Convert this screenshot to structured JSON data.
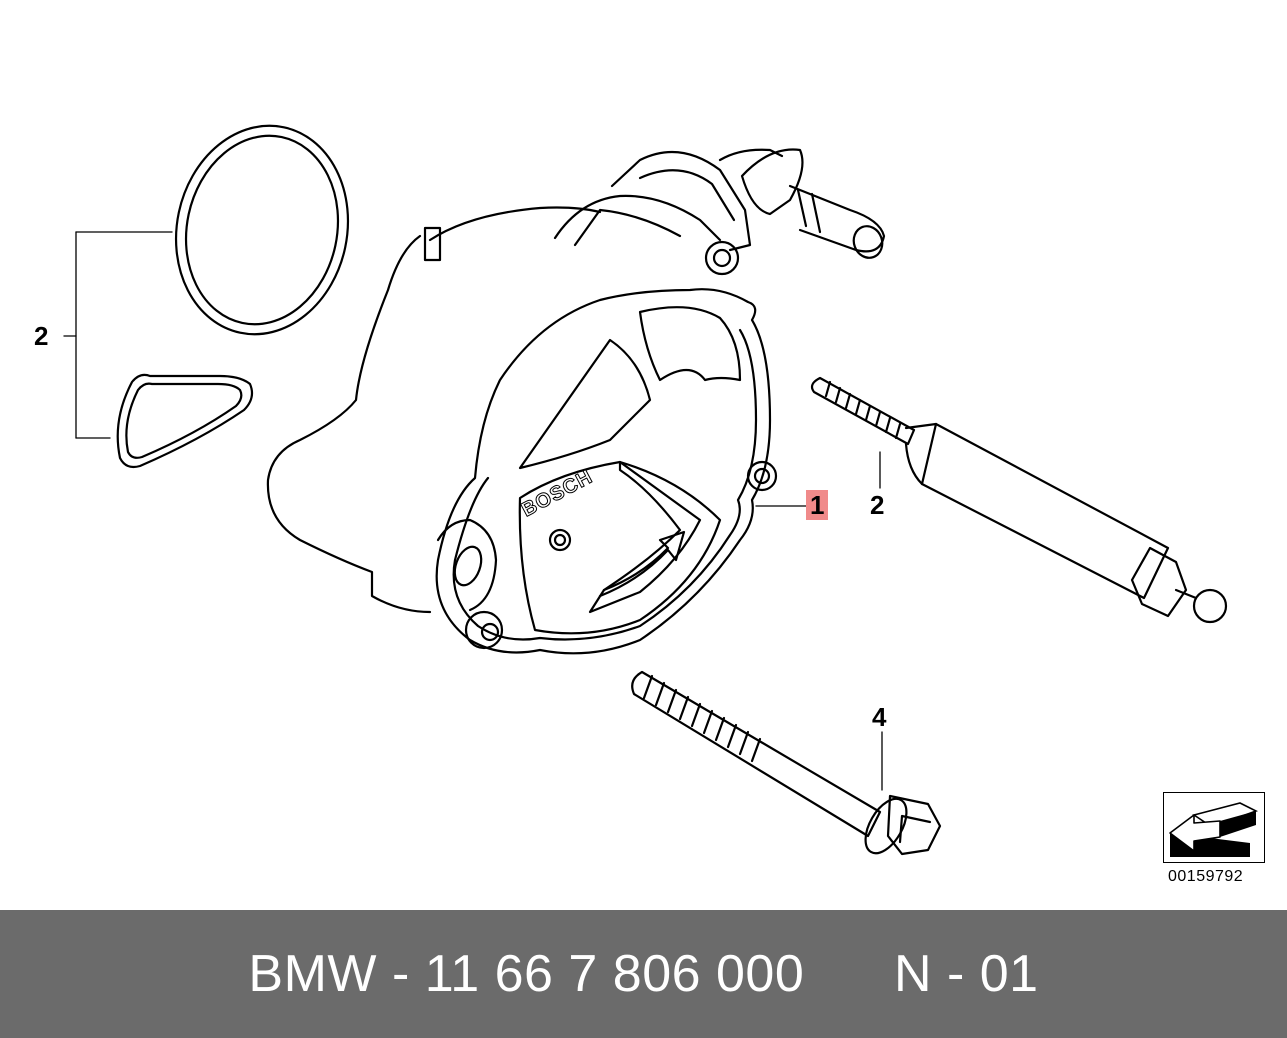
{
  "diagram": {
    "callouts": {
      "oring_group": "2",
      "pump": "1",
      "long_bolt": "2",
      "short_bolt": "4"
    },
    "brand_logo": "BOSCH",
    "reference_number": "00159792",
    "highlight_color": "#f08a8a"
  },
  "footer": {
    "part_label": "BMW - 11 66 7 806 000",
    "variant_label": "N - 01",
    "background": "#6b6b6b"
  }
}
